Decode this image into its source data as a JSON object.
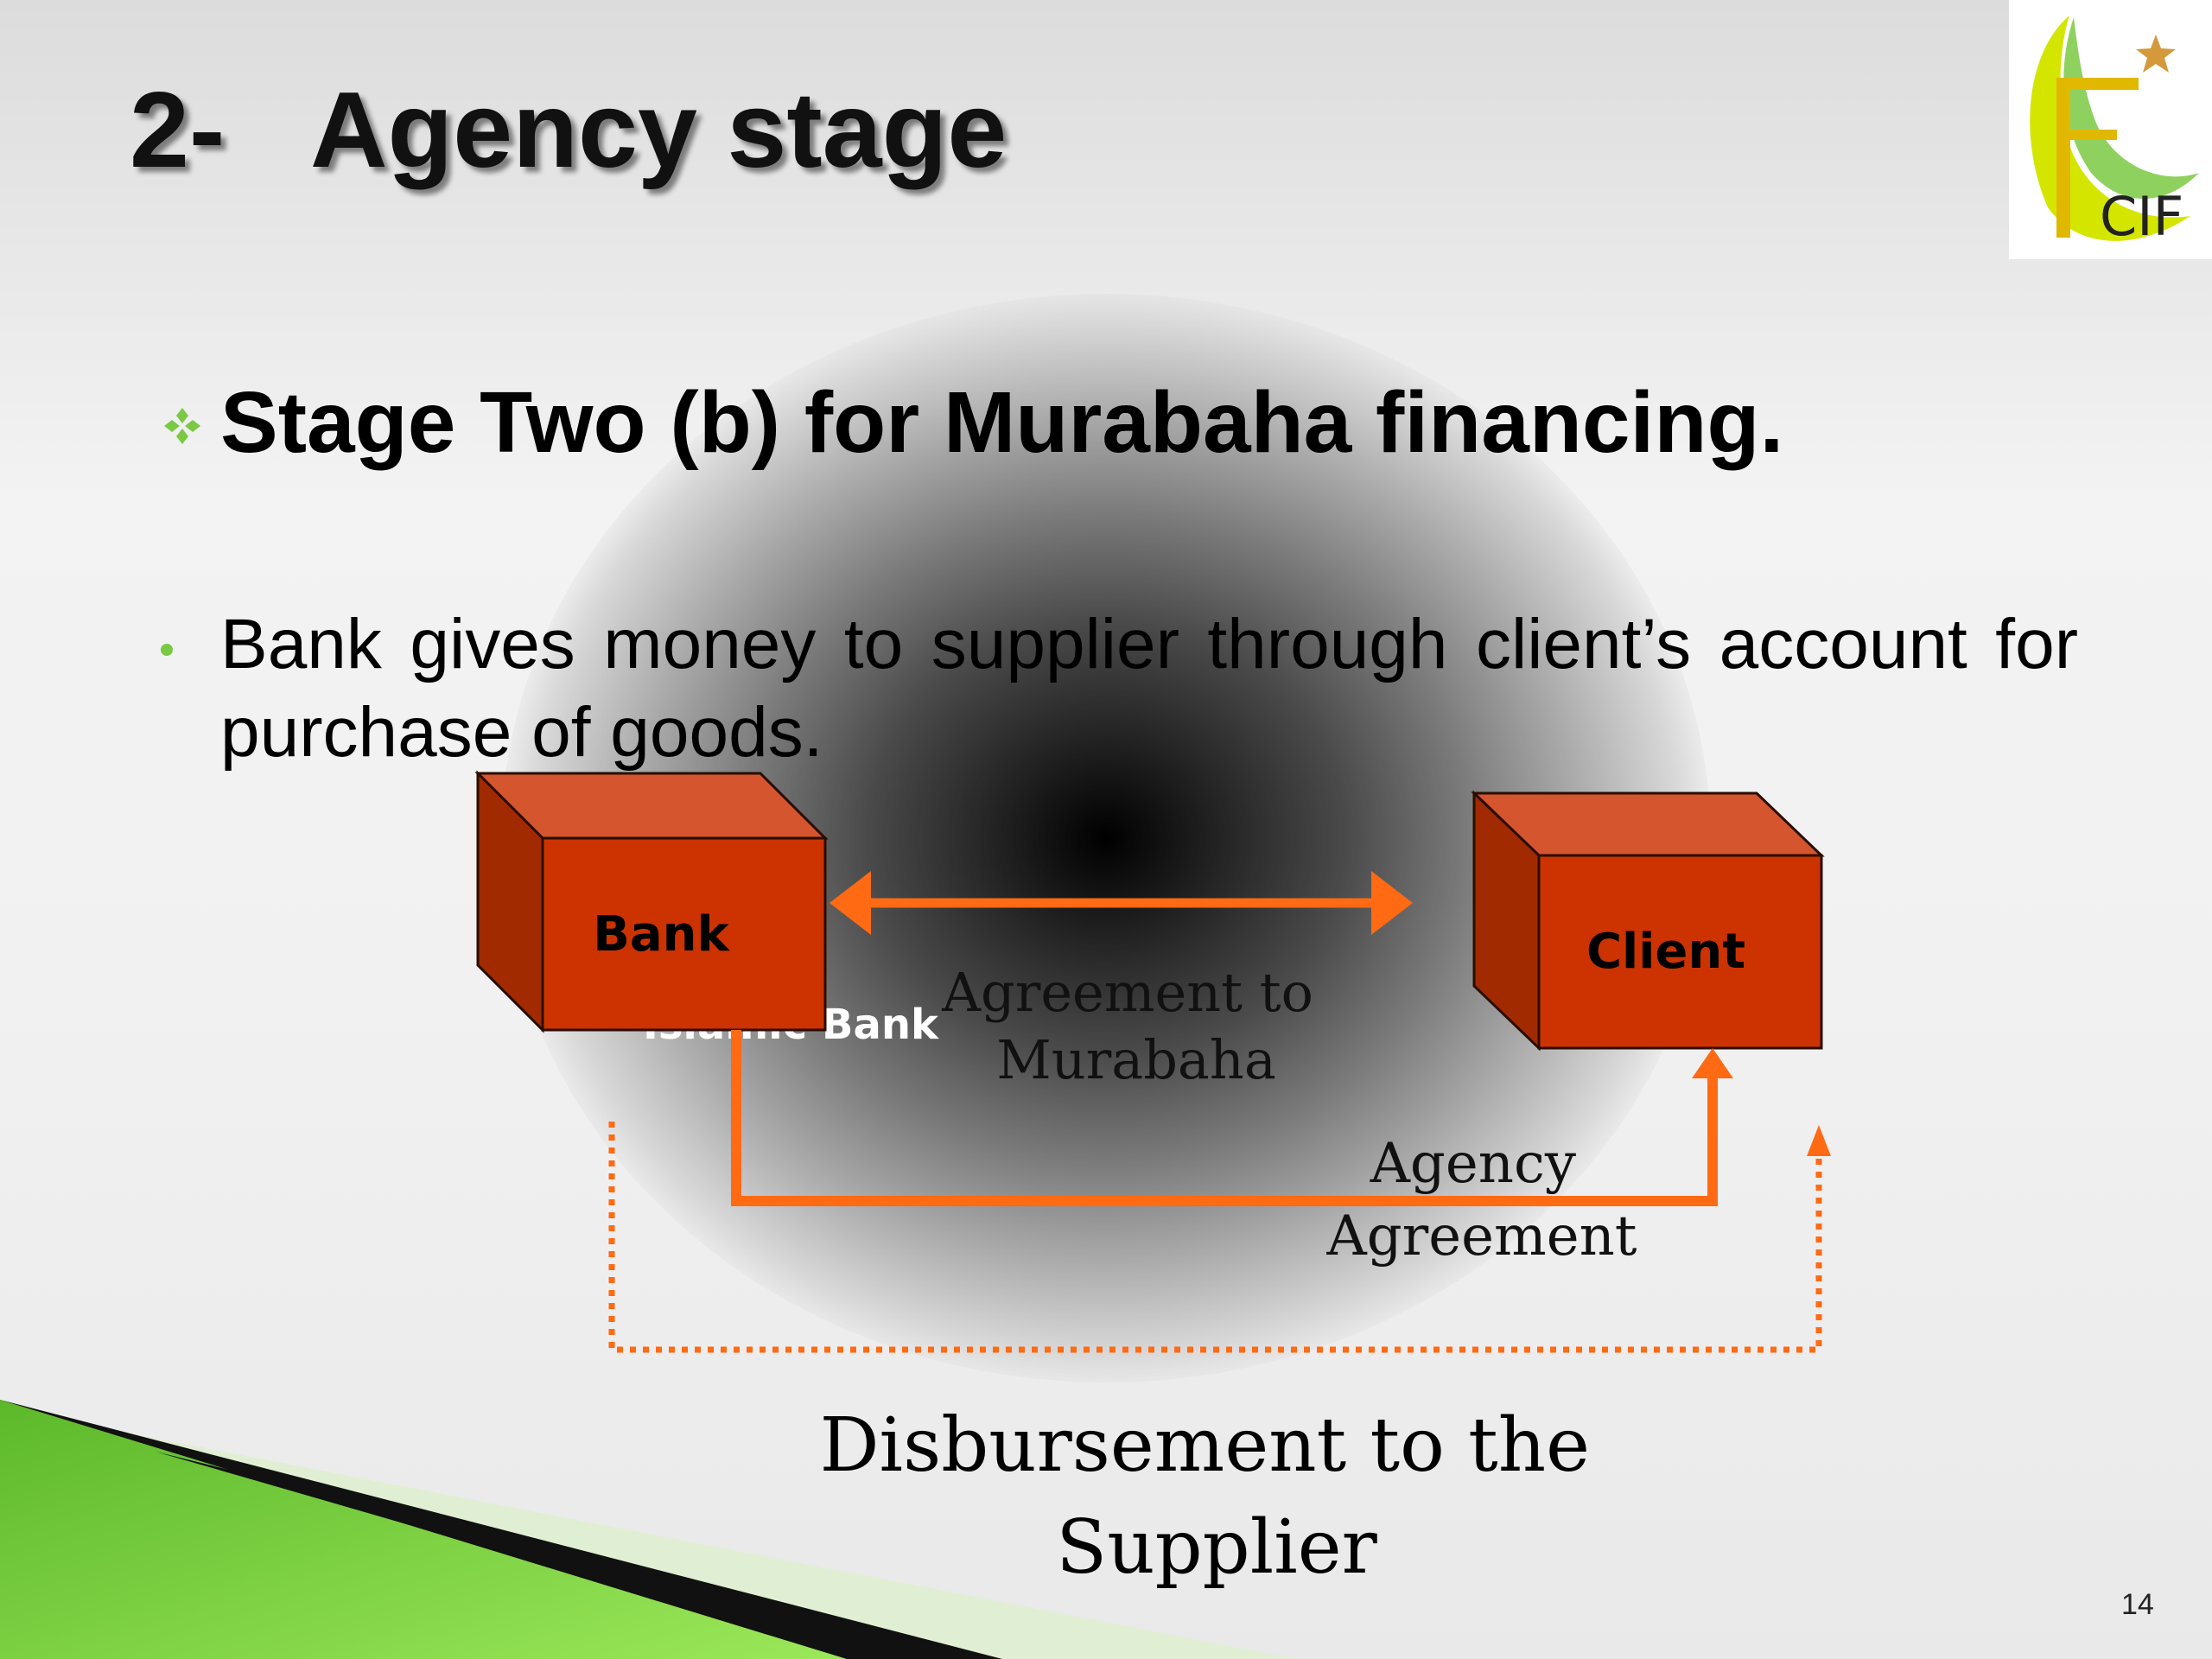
{
  "slide": {
    "title": "2-   Agency stage",
    "heading": "Stage Two (b) for Murabaha financing.",
    "body": "Bank gives money to supplier through client’s account for purchase of goods.",
    "page_number": "14"
  },
  "logo": {
    "text": "CIF",
    "icon": "crescent-star-logo"
  },
  "diagram": {
    "bank_label": "Bank",
    "bank_sublabel": "Islamic Bank",
    "client_label": "Client",
    "agreement_murabaha": [
      "Agreement to",
      "Murabaha"
    ],
    "agency_agreement": [
      "Agency",
      "Agreement"
    ],
    "disbursement": [
      "Disbursement  to the",
      "Supplier"
    ]
  },
  "colors": {
    "box_front": "#cc3300",
    "box_top": "#d4552e",
    "box_side": "#a12a00",
    "arrow": "#ff6a13",
    "accent_green": "#7ac943"
  }
}
